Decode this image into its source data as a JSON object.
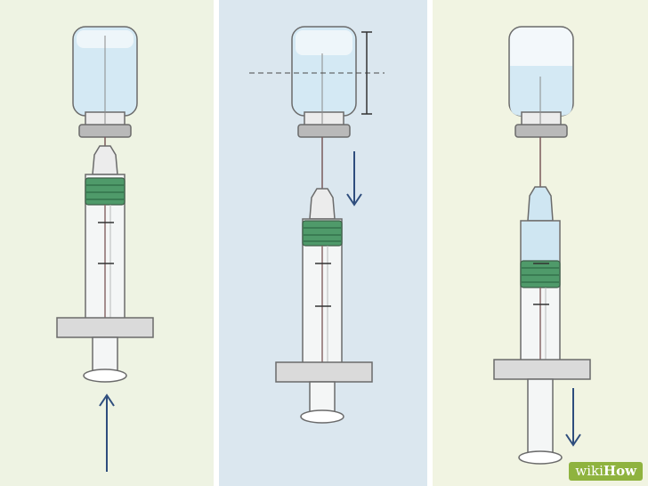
{
  "watermark": {
    "prefix": "wiki",
    "suffix": "How"
  },
  "colors": {
    "panel_left": "#eef3e3",
    "panel_middle": "#dbe7ef",
    "panel_right": "#f1f4e2",
    "fluid": "#cfe6f2",
    "glass_light": "#f3f8fb",
    "band_green": "#4f9a6a",
    "outline": "#6b6b6b",
    "arrow": "#2e4d7d",
    "watermark_bg": "#8fb33f"
  },
  "illustration": {
    "panels": [
      {
        "name": "step-1-inject-air",
        "arrow_direction": "up"
      },
      {
        "name": "step-2-position-needle",
        "arrow_direction": "down",
        "shows_level_marker": true
      },
      {
        "name": "step-3-draw-medication",
        "arrow_direction": "down"
      }
    ]
  }
}
